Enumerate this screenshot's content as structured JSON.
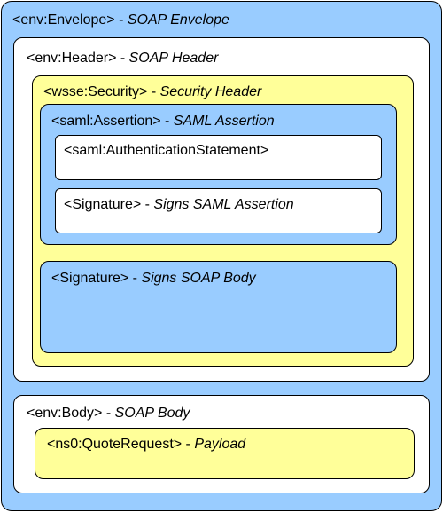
{
  "colors": {
    "envelope_fill": "#99ccff",
    "header_fill": "#ffffff",
    "security_fill": "#ffff99",
    "assertion_fill": "#99ccff",
    "statement_fill": "#ffffff",
    "signature_body_fill": "#99ccff",
    "body_fill": "#ffffff",
    "payload_fill": "#ffff99",
    "border": "#000000"
  },
  "envelope": {
    "tag": "<env:Envelope>",
    "desc": "SOAP Envelope",
    "header": {
      "tag": "<env:Header>",
      "desc": "SOAP Header",
      "security": {
        "tag": "<wsse:Security>",
        "desc": "Security Header",
        "assertion": {
          "tag": "<saml:Assertion>",
          "desc": "SAML Assertion",
          "statement": {
            "tag": "<saml:AuthenticationStatement>"
          },
          "signature": {
            "tag": "<Signature>",
            "desc": "Signs SAML Assertion"
          }
        },
        "body_signature": {
          "tag": "<Signature>",
          "desc": "Signs SOAP Body"
        }
      }
    },
    "body": {
      "tag": "<env:Body>",
      "desc": "SOAP Body",
      "payload": {
        "tag": "<ns0:QuoteRequest>",
        "desc": "Payload"
      }
    }
  }
}
